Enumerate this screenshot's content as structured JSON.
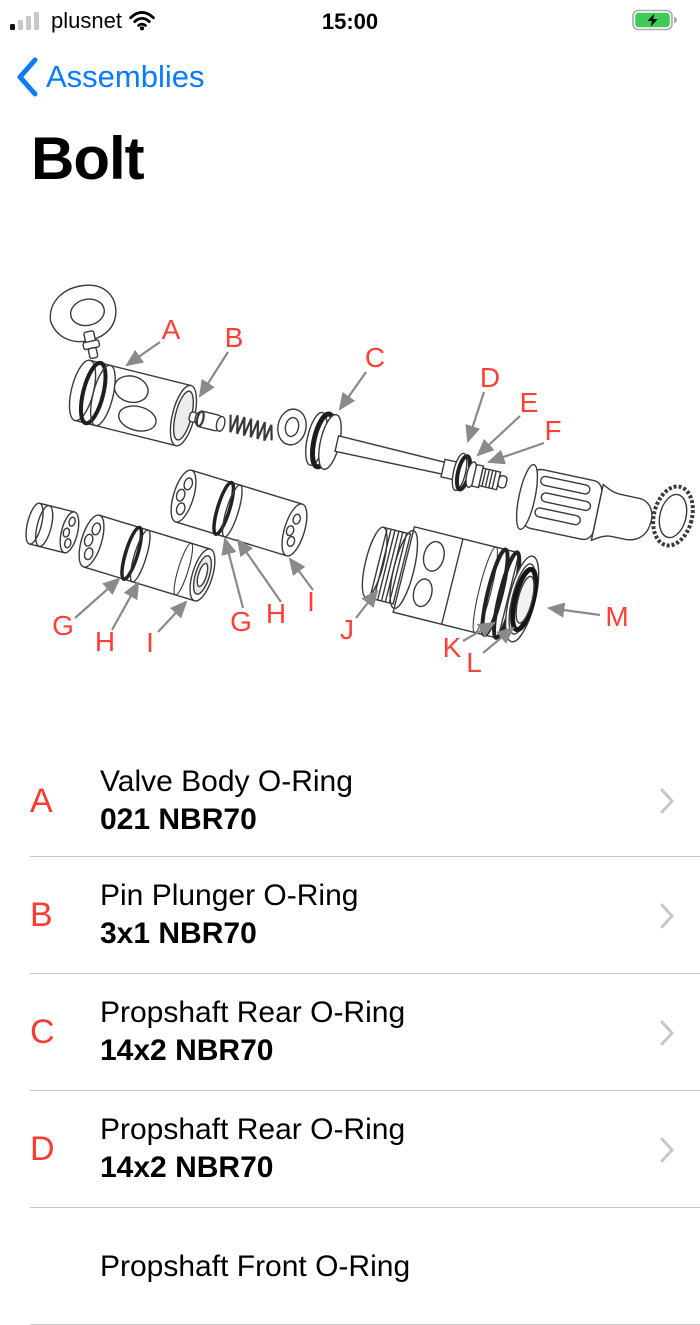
{
  "status_bar": {
    "carrier": "plusnet",
    "time": "15:00",
    "battery": {
      "charging": true,
      "color": "#3ecb57"
    }
  },
  "nav": {
    "back_label": "Assemblies"
  },
  "page": {
    "title": "Bolt"
  },
  "diagram": {
    "labels": [
      {
        "letter": "A"
      },
      {
        "letter": "B"
      },
      {
        "letter": "C"
      },
      {
        "letter": "D"
      },
      {
        "letter": "E"
      },
      {
        "letter": "F"
      },
      {
        "letter": "G"
      },
      {
        "letter": "H"
      },
      {
        "letter": "I"
      },
      {
        "letter": "G"
      },
      {
        "letter": "H"
      },
      {
        "letter": "I"
      },
      {
        "letter": "J"
      },
      {
        "letter": "K"
      },
      {
        "letter": "L"
      },
      {
        "letter": "M"
      }
    ],
    "label_color": "#fb4137",
    "arrow_color": "#8a8a8a"
  },
  "parts": [
    {
      "letter": "A",
      "name": "Valve Body O-Ring",
      "spec": "021 NBR70"
    },
    {
      "letter": "B",
      "name": "Pin Plunger O-Ring",
      "spec": "3x1 NBR70"
    },
    {
      "letter": "C",
      "name": "Propshaft Rear O-Ring",
      "spec": "14x2 NBR70"
    },
    {
      "letter": "D",
      "name": "Propshaft Rear O-Ring",
      "spec": "14x2 NBR70"
    },
    {
      "letter": "",
      "name": "Propshaft Front O-Ring",
      "spec": ""
    }
  ],
  "colors": {
    "accent_blue": "#0a7aff",
    "label_red": "#ff3b30",
    "chevron_gray": "#c7c7cc",
    "separator": "#c8c7cc"
  }
}
